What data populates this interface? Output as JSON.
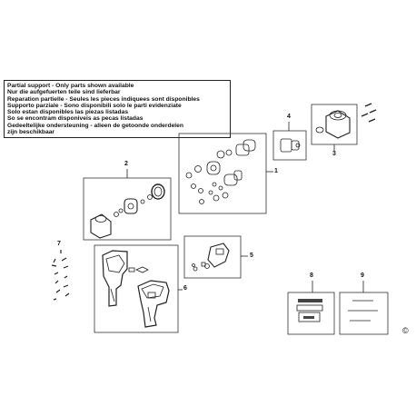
{
  "notice": {
    "lines": [
      "Partial support - Only parts shown available",
      "Nur die aufgefuerten teile sind lieferbar",
      "Reparation partielle - Seules les pieces indiquees sont disponibles",
      "Supporto parziale - Sono disponibili solo le parti evidenziate",
      "Solo estan disponibles las piezas listadas",
      "So se encontram disponiveis as pecas listadas",
      "Gedeeltelijke ondersteuning - alleen de getoonde onderdelen",
      "zijn beschikbaar"
    ]
  },
  "callouts": {
    "c1": "1",
    "c2": "2",
    "c3": "3",
    "c4": "4",
    "c5": "5",
    "c6": "6",
    "c7": "7",
    "c8": "8",
    "c9": "9"
  },
  "copyright_symbol": "©"
}
